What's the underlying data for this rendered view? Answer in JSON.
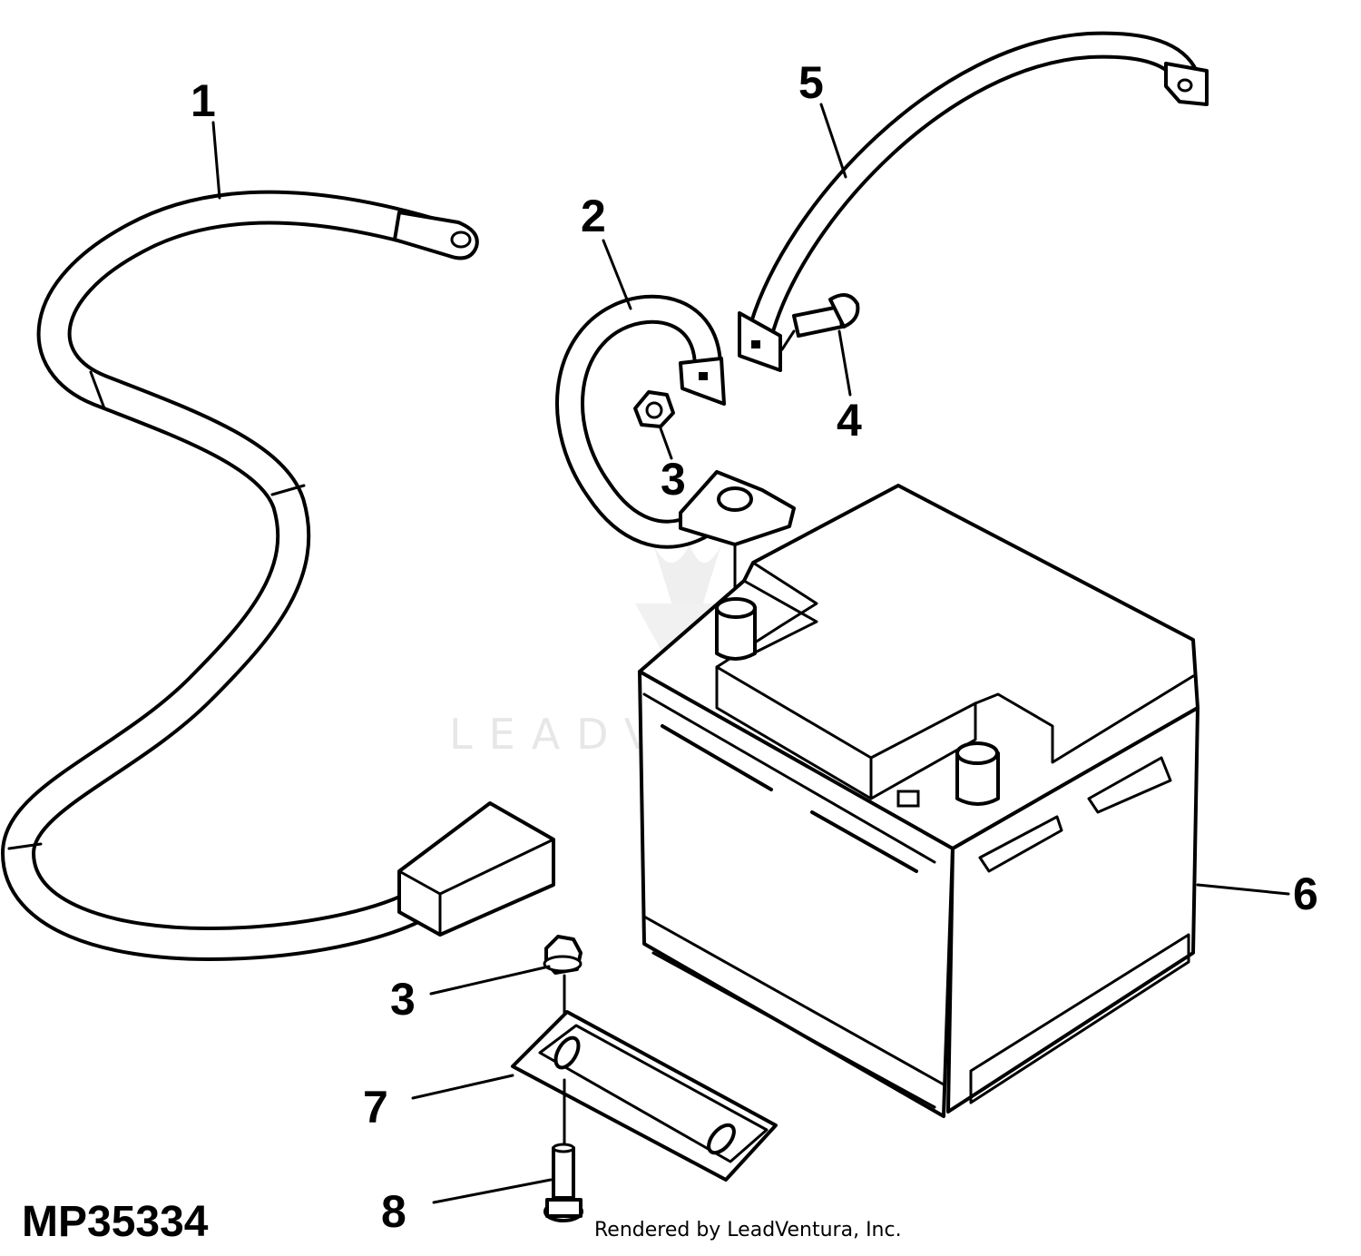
{
  "figure_id": "MP35334",
  "credit": "Rendered by LeadVentura, Inc.",
  "watermark": "LEADVENTURE",
  "callouts": [
    {
      "id": "callout-1",
      "label": "1"
    },
    {
      "id": "callout-2",
      "label": "2"
    },
    {
      "id": "callout-3-upper",
      "label": "3"
    },
    {
      "id": "callout-3-lower",
      "label": "3"
    },
    {
      "id": "callout-4",
      "label": "4"
    },
    {
      "id": "callout-5",
      "label": "5"
    },
    {
      "id": "callout-6",
      "label": "6"
    },
    {
      "id": "callout-7",
      "label": "7"
    },
    {
      "id": "callout-8",
      "label": "8"
    }
  ]
}
